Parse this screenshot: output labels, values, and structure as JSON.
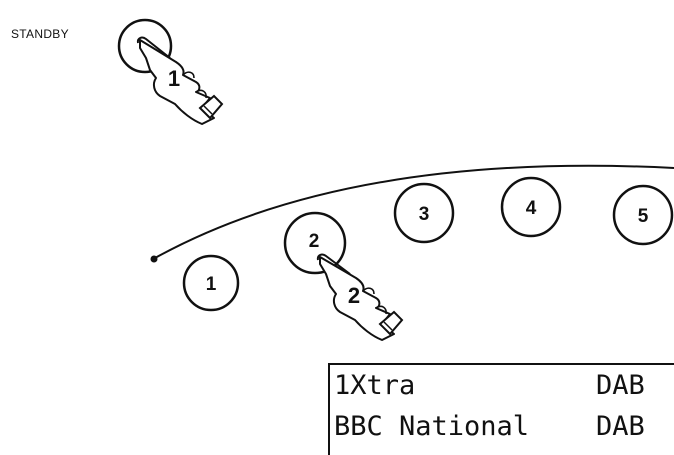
{
  "standby": {
    "label": "STANDBY",
    "step": "1"
  },
  "presets": {
    "buttons": [
      {
        "label": "1"
      },
      {
        "label": "2"
      },
      {
        "label": "3"
      },
      {
        "label": "4"
      },
      {
        "label": "5"
      }
    ],
    "pressed_step": "2"
  },
  "display": {
    "lines": [
      {
        "name": "1Xtra",
        "band": "DAB"
      },
      {
        "name": "BBC National",
        "band": "DAB"
      }
    ]
  }
}
